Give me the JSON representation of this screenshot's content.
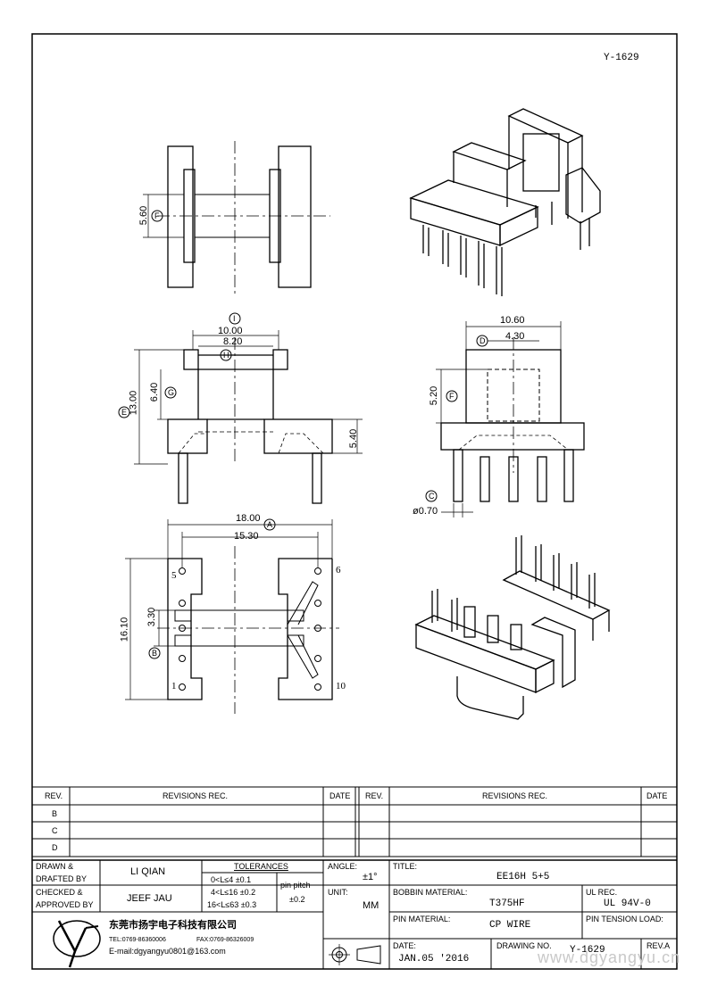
{
  "drawing_no_header": "Y-1629",
  "dimensions": {
    "d_5_60": "5.60",
    "d_10_00": "10.00",
    "d_8_20": "8.20",
    "d_13_00": "13.00",
    "d_6_40": "6.40",
    "d_5_40": "5.40",
    "d_10_60": "10.60",
    "d_4_30": "4.30",
    "d_5_20": "5.20",
    "d_pin_dia": "ø0.70",
    "d_18_00": "18.00",
    "d_15_30": "15.30",
    "d_16_10": "16.10",
    "d_3_30": "3.30"
  },
  "balloons": {
    "A": "A",
    "B": "B",
    "C": "C",
    "D": "D",
    "E": "E",
    "F": "F",
    "G": "G",
    "H": "H",
    "I": "I"
  },
  "pin_numbers": {
    "p1": "1",
    "p5": "5",
    "p6": "6",
    "p10": "10"
  },
  "revisions": {
    "headers": {
      "rev": "REV.",
      "rec": "REVISIONS   REC.",
      "date": "DATE"
    },
    "rows": [
      "B",
      "C",
      "D"
    ]
  },
  "title_block": {
    "drawn_label": "DRAWN  &",
    "drafted_label": "DRAFTED  BY",
    "drawn_by": "LI QIAN",
    "checked_label": "CHECKED  &",
    "approved_label": "APPROVED  BY",
    "checked_by": "JEEF JAU",
    "tolerances_label": "TOLERANCES",
    "tol_row1": "0<L≤4    ±0.1",
    "tol_row2": "4<L≤16  ±0.2",
    "tol_row3": "16<L≤63  ±0.3",
    "pin_pitch_label": "pin pitch",
    "pin_pitch_value": "±0.2",
    "angle_label": "ANGLE:",
    "angle_value": "±1°",
    "unit_label": "UNIT:",
    "unit_value": "MM",
    "title_label": "TITLE:",
    "title_value": "EE16H  5+5",
    "bobbin_label": "BOBBIN MATERIAL:",
    "bobbin_value": "T375HF",
    "ul_label": "UL REC.",
    "ul_value": "UL  94V-0",
    "pin_material_label": "PIN MATERIAL:",
    "pin_material_value": "CP  WIRE",
    "pin_tension_label": "PIN TENSION LOAD:",
    "date_label": "DATE:",
    "date_value": "JAN.05  '2016",
    "drawing_no_label": "DRAWING  NO.",
    "drawing_no_value": "Y-1629",
    "rev_label": "REV.A",
    "company_name": "东莞市扬宇电子科技有限公司",
    "tel": "TEL:0769-86360006",
    "fax": "FAX:0769-86326009",
    "email": "E-mail:dgyangyu0801@163.com",
    "watermark": "www.dgyangyu.cn"
  }
}
